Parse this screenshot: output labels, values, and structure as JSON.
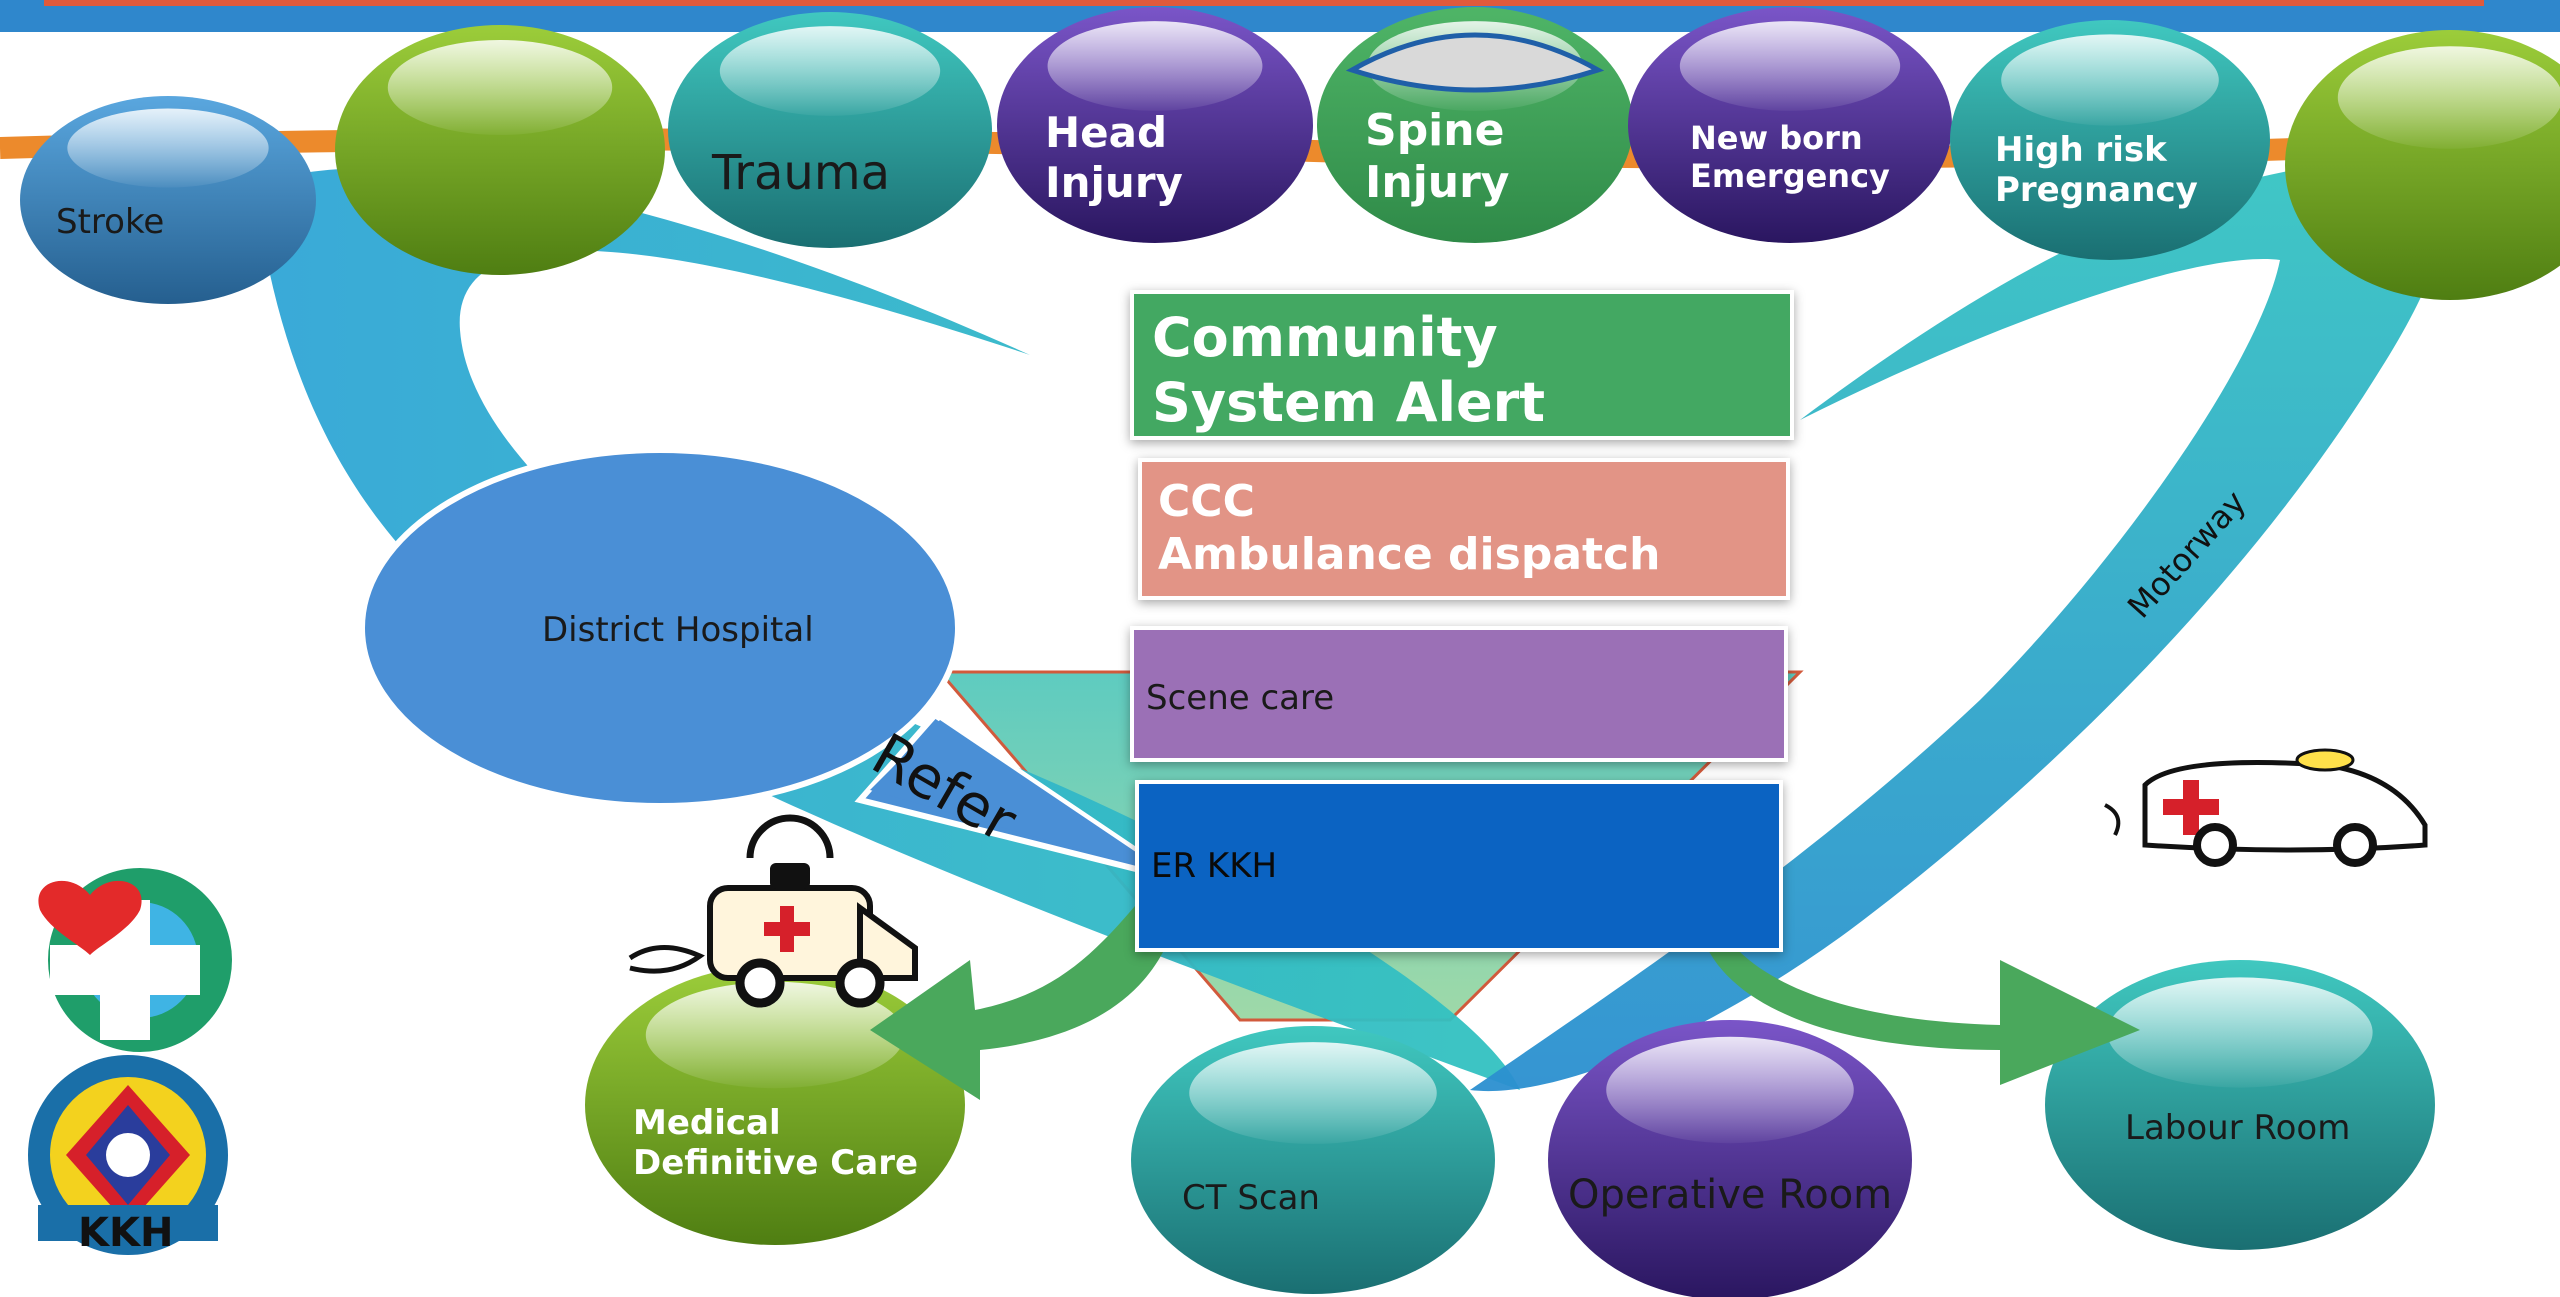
{
  "condition_bubbles": [
    {
      "key": "stroke",
      "label": "Stroke",
      "color": "#3f8fc8"
    },
    {
      "key": "green-left",
      "label": "",
      "color": "#7db32a"
    },
    {
      "key": "trauma",
      "label": "Trauma",
      "color": "#27b3ad"
    },
    {
      "key": "head",
      "label_lines": [
        "Head",
        "Injury"
      ],
      "color": "#5b3ba7"
    },
    {
      "key": "spine",
      "label_lines": [
        "Spine",
        "Injury"
      ],
      "color": "#3fa35a"
    },
    {
      "key": "newborn",
      "label_lines": [
        "New born",
        "Emergency"
      ],
      "color": "#5b3ba7"
    },
    {
      "key": "highrisk",
      "label_lines": [
        "High risk",
        "Pregnancy"
      ],
      "color": "#27b3ad"
    },
    {
      "key": "green-right",
      "label": "",
      "color": "#7db32a"
    }
  ],
  "district_hospital": {
    "label": "District Hospital"
  },
  "refer_label": "Refer",
  "motorway_label": "Motorway",
  "stack": [
    {
      "key": "community",
      "lines": [
        "Community",
        "System Alert"
      ],
      "color": "#43a862"
    },
    {
      "key": "ccc",
      "lines": [
        "CCC",
        "Ambulance dispatch"
      ],
      "color": "#e29486"
    },
    {
      "key": "scene",
      "label": "Scene care",
      "color": "#9b70b6"
    },
    {
      "key": "er",
      "label": "ER KKH",
      "color": "#0b63c2"
    }
  ],
  "destinations": [
    {
      "key": "medical",
      "lines": [
        "Medical",
        "Definitive Care"
      ],
      "color": "#7db32a"
    },
    {
      "key": "ct",
      "label": "CT Scan",
      "color": "#27b3ad"
    },
    {
      "key": "or",
      "label": "Operative Room",
      "color": "#5b3ba7"
    },
    {
      "key": "labour",
      "label": "Labour Room",
      "color": "#27b3ad"
    }
  ],
  "logo": {
    "text": "KKH"
  }
}
